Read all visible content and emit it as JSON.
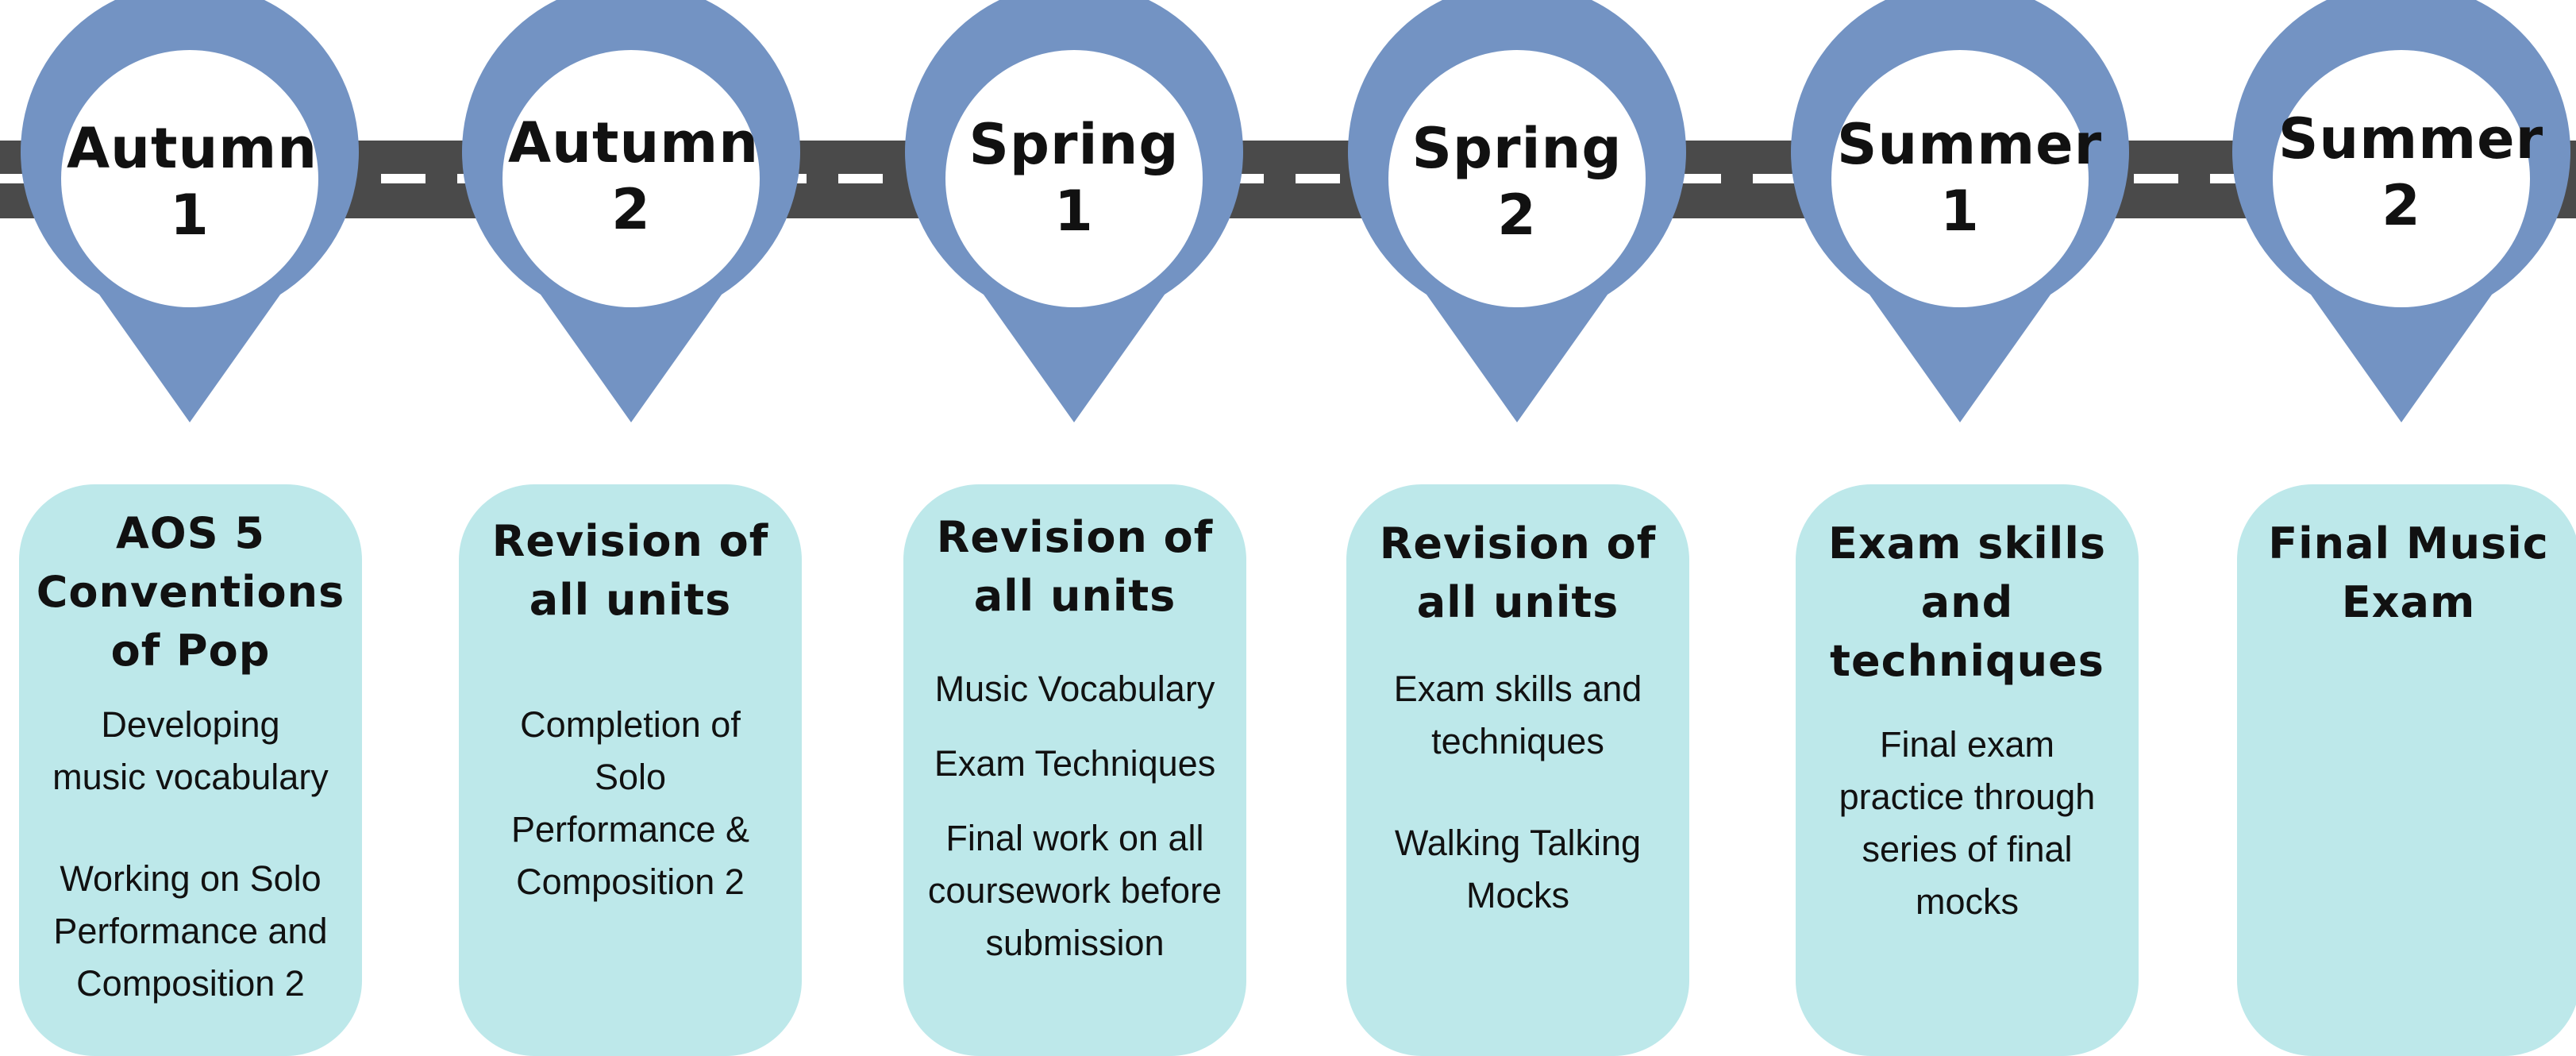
{
  "colors": {
    "road": "#4a4a4a",
    "pin": "#7393c3",
    "card": "#bde8ea"
  },
  "icons": {
    "pin": "map-pin-icon"
  },
  "terms": [
    {
      "pin_line1": "Autumn",
      "pin_line2": "1",
      "title": [
        "AOS 5",
        "Conventions",
        "of Pop"
      ],
      "body1": [
        "Developing",
        "music vocabulary"
      ],
      "body2": [
        "Working on Solo",
        "Performance and",
        "Composition 2"
      ]
    },
    {
      "pin_line1": "Autumn",
      "pin_line2": "2",
      "title": [
        "Revision of",
        "all units"
      ],
      "body1": [
        "Completion of",
        "Solo",
        "Performance &",
        "Composition 2"
      ]
    },
    {
      "pin_line1": "Spring",
      "pin_line2": "1",
      "title": [
        "Revision of",
        "all units"
      ],
      "body1": [
        "Music Vocabulary"
      ],
      "body2": [
        "Exam Techniques"
      ],
      "body3": [
        "Final work on all",
        "coursework before",
        "submission"
      ]
    },
    {
      "pin_line1": "Spring",
      "pin_line2": "2",
      "title": [
        "Revision of",
        "all units"
      ],
      "body1": [
        "Exam skills and",
        "techniques"
      ],
      "body2": [
        "Walking Talking",
        "Mocks"
      ]
    },
    {
      "pin_line1": "Summer",
      "pin_line2": "1",
      "title": [
        "Exam skills",
        "and",
        "techniques"
      ],
      "body1": [
        "Final exam",
        "practice through",
        "series of final",
        "mocks"
      ]
    },
    {
      "pin_line1": "Summer",
      "pin_line2": "2",
      "title": [
        "Final Music",
        "Exam"
      ]
    }
  ]
}
